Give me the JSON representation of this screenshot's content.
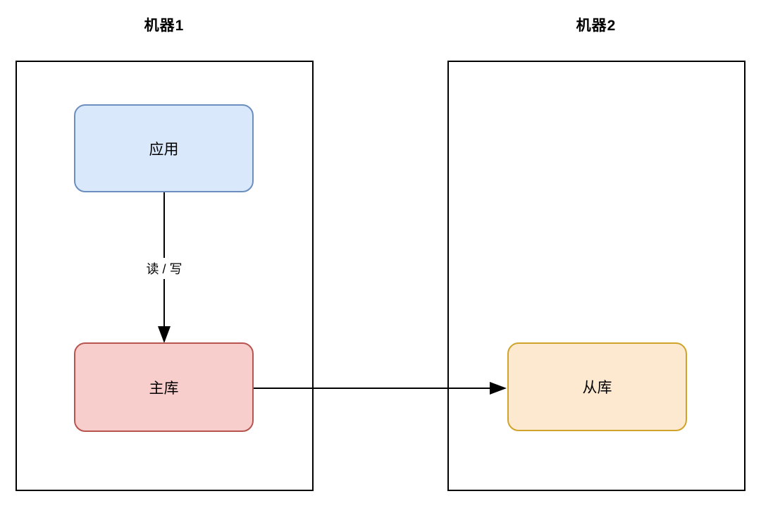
{
  "diagram": {
    "machines": [
      {
        "title": "机器1"
      },
      {
        "title": "机器2"
      }
    ],
    "nodes": {
      "application": {
        "label": "应用",
        "fill": "#DAE8FC",
        "stroke": "#6C8EBF",
        "machine": "机器1"
      },
      "master_db": {
        "label": "主库",
        "fill": "#F8CECC",
        "stroke": "#B85450",
        "machine": "机器1"
      },
      "slave_db": {
        "label": "从库",
        "fill": "#FDE8D0",
        "stroke": "#D0A42B",
        "machine": "机器2"
      }
    },
    "edges": {
      "read_write": {
        "label": "读 / 写",
        "from": "应用",
        "to": "主库",
        "direction": "down"
      },
      "replication": {
        "from": "主库",
        "to": "从库",
        "direction": "right"
      }
    },
    "colors": {
      "background": "#FFFFFF",
      "container_border": "#000000",
      "connector": "#000000",
      "text": "#000000"
    }
  }
}
